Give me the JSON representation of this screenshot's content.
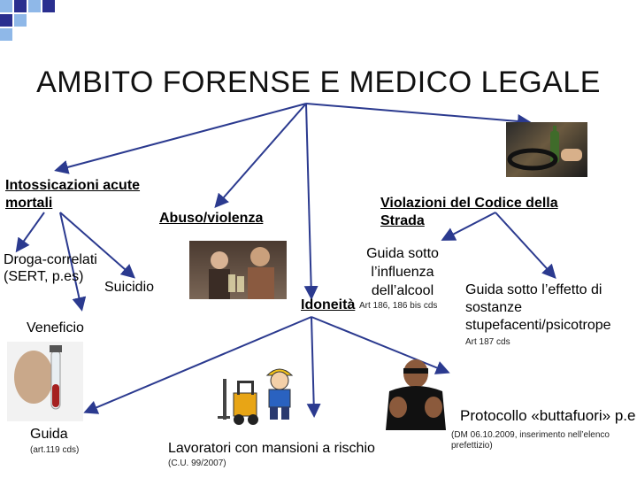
{
  "title": "AMBITO FORENSE E MEDICO LEGALE",
  "colors": {
    "deco_dark": "#2a2f8f",
    "deco_light": "#8fb8e8",
    "arrow": "#2b3a8f",
    "text": "#000000"
  },
  "nodes": {
    "intossicazioni": "Intossicazioni acute mortali",
    "abuso": "Abuso/violenza",
    "violazioni": "Violazioni del Codice della Strada",
    "droga": "Droga-correlati (SERT, p.es)",
    "suicidio": "Suicidio",
    "guida_alcool": "Guida sotto l’influenza dell’alcool",
    "idoneita": "Idoneità",
    "art_alcool": "Art 186, 186 bis cds",
    "guida_sostanze": "Guida sotto l’effetto di sostanze stupefacenti/psicotrope",
    "art_sostanze": "Art 187 cds",
    "veneficio": "Veneficio",
    "protocollo": "Protocollo «buttafuori» p.e",
    "protocollo_note": "(DM 06.10.2009, inserimento nell’elenco prefettizio)",
    "guida": "Guida",
    "guida_art": "(art.119 cds)",
    "lavoratori": "Lavoratori con mansioni a rischio",
    "lavoratori_note": "(C.U. 99/2007)"
  },
  "icons": [
    "drink-driving-photo",
    "drinking-people-photo",
    "test-tube-photo",
    "forklift-icon",
    "construction-worker-icon",
    "bouncer-icon"
  ]
}
